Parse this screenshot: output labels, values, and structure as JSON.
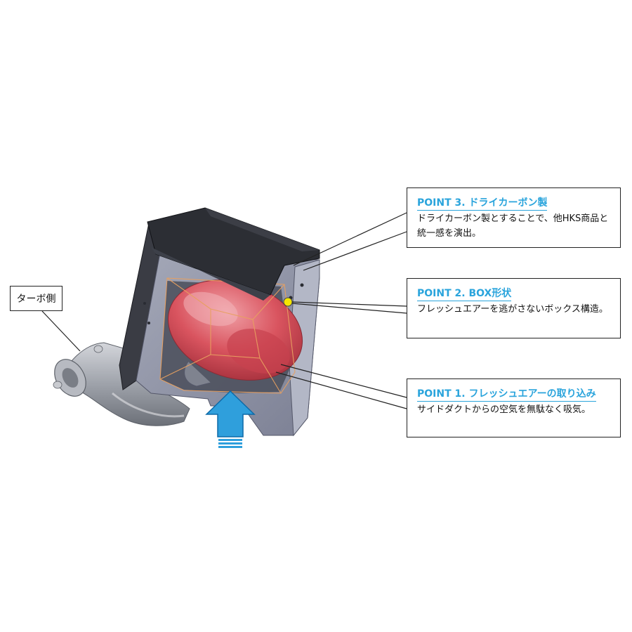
{
  "turbo_label": "ターボ側",
  "points": [
    {
      "title": "POINT 3. ドライカーボン製",
      "description": "ドライカーボン製とすることで、他HKS商品と統一感を演出。"
    },
    {
      "title": "POINT 2. BOX形状",
      "description": "フレッシュエアーを逃がさないボックス構造。"
    },
    {
      "title": "POINT 1. フレッシュエアーの取り込み",
      "description": "サイドダクトからの空気を無駄なく吸気。"
    }
  ],
  "colors": {
    "accent_title": "#2aa4dc",
    "arrow": "#2f9fdc",
    "filter": "#d9545f",
    "box_face": "#8a8ea0",
    "lid": "#2c2e34",
    "marker": "#f5e600"
  },
  "icons": [
    "intake-arrow-icon",
    "marker-dot-icon"
  ]
}
